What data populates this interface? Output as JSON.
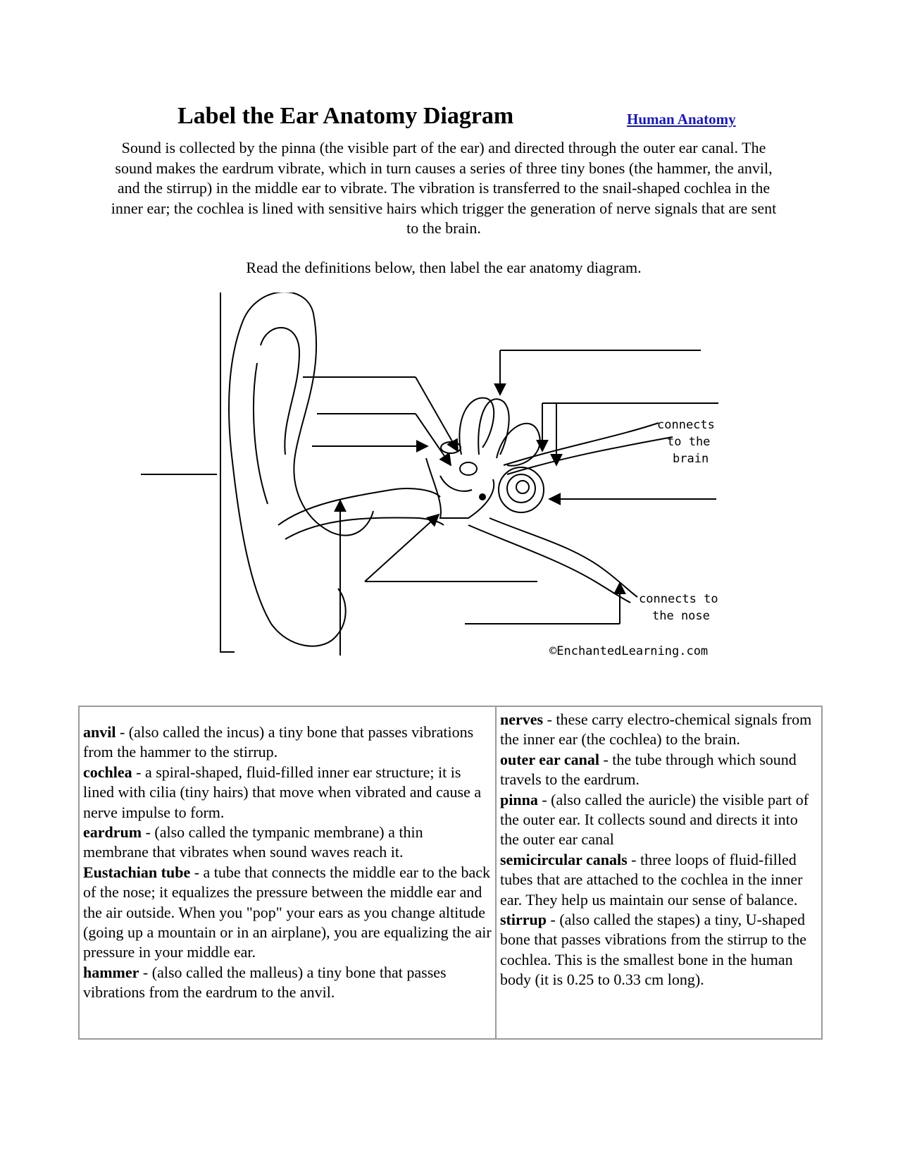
{
  "header": {
    "title": "Label the Ear Anatomy Diagram",
    "link": "Human Anatomy"
  },
  "intro": "Sound is collected by the pinna (the visible part of the ear) and directed through the outer ear canal. The sound makes the eardrum vibrate, which in turn causes a series of three tiny bones (the hammer, the anvil, and the stirrup) in the middle ear to vibrate. The vibration is transferred to the snail-shaped cochlea in the inner ear; the cochlea is lined with sensitive hairs which trigger the generation of nerve signals that are sent to the brain.",
  "instructions": "Read the definitions below, then label the ear anatomy diagram.",
  "diagram": {
    "brain_label_1": "connects",
    "brain_label_2": "to the",
    "brain_label_3": "brain",
    "nose_label_1": "connects to",
    "nose_label_2": "the nose",
    "copyright": "©EnchantedLearning.com"
  },
  "definitions": {
    "left": [
      {
        "term": "anvil",
        "text": " - (also called the incus) a tiny bone that passes vibrations from the hammer to the stirrup."
      },
      {
        "term": "cochlea",
        "text": " - a spiral-shaped, fluid-filled inner ear structure; it is lined with cilia (tiny hairs) that move when vibrated and cause a nerve impulse to form."
      },
      {
        "term": "eardrum",
        "text": " - (also called the tympanic membrane) a thin membrane that vibrates when sound waves reach it."
      },
      {
        "term": "Eustachian tube",
        "text": " - a tube that connects the middle ear to the back of the nose; it equalizes the pressure between the middle ear and the air outside. When you \"pop\" your ears as you change altitude (going up a mountain or in an airplane), you are equalizing the air pressure in your middle ear."
      },
      {
        "term": "hammer",
        "text": " - (also called the malleus) a tiny bone that passes vibrations from the eardrum to the anvil."
      }
    ],
    "right": [
      {
        "term": "nerves",
        "text": " - these carry electro-chemical signals from the inner ear (the cochlea) to the brain."
      },
      {
        "term": "outer ear canal",
        "text": " - the tube through which sound travels to the eardrum."
      },
      {
        "term": "pinna",
        "text": " - (also called the auricle) the visible part of the outer ear. It collects sound and directs it into the outer ear canal"
      },
      {
        "term": "semicircular canals",
        "text": " - three loops of fluid-filled tubes that are attached to the cochlea in the inner ear. They help us maintain our sense of balance."
      },
      {
        "term": "stirrup",
        "text": " - (also called the stapes) a tiny, U-shaped bone that passes vibrations from the stirrup to the cochlea. This is the smallest bone in the human body (it is 0.25 to 0.33 cm long)."
      }
    ]
  }
}
